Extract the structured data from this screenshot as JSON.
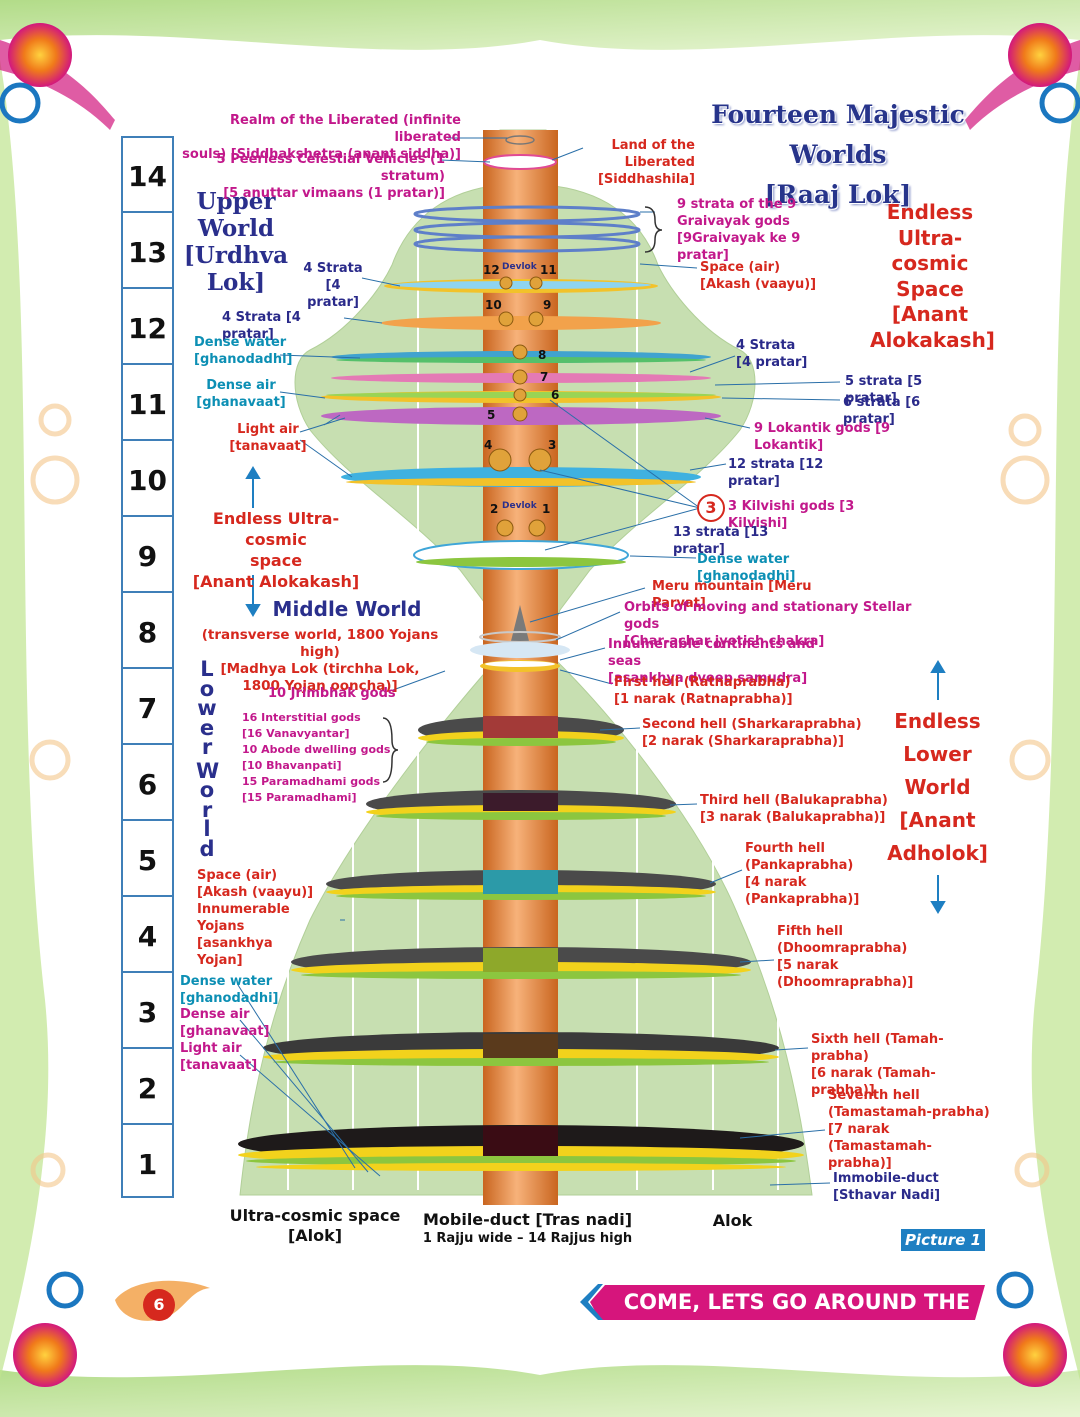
{
  "title": {
    "line1": "Fourteen Majestic Worlds",
    "line2": "[Raaj Lok]"
  },
  "rajju_scale": [
    "14",
    "13",
    "12",
    "11",
    "10",
    "9",
    "8",
    "7",
    "6",
    "5",
    "4",
    "3",
    "2",
    "1"
  ],
  "regions": {
    "upper": "Upper World [Urdhva Lok]",
    "middle": "Middle World",
    "middle_desc": "(transverse world, 1800 Yojans high)\n[Madhya Lok (tirchha Lok,\n1800 Yojan ooncha)]",
    "lower_vertical": [
      "L",
      "o",
      "w",
      "e",
      "r",
      "W",
      "o",
      "r",
      "l",
      "d"
    ],
    "endless_ultra_cosmic_right": "Endless\nUltra-\ncosmic\nSpace\n[Anant\nAlokakash]",
    "endless_ultra_cosmic_left": "Endless Ultra-cosmic\nspace\n[Anant Alokakash]",
    "endless_lower": "Endless\nLower\nWorld\n[Anant\nAdholok]"
  },
  "left_labels": {
    "realm_liberated": "Realm of the Liberated (infinite liberated\nsouls) [Siddhakshetra (anant siddha)]",
    "peerless": "5 Peerless Celestial Vehicles (1 stratum)\n[5 anuttar vimaans (1 pratar)]",
    "four_strata_a": "4 Strata\n[4 pratar]",
    "four_strata_b": "4 Strata [4 pratar]",
    "dense_water": "Dense water\n[ghanodadhi]",
    "dense_air": "Dense air\n[ghanavaat]",
    "light_air": "Light air\n[tanavaat]",
    "jrimbhak": "10 Jrimbhak gods",
    "interstitial": "16 Interstitial gods\n[16 Vanavyantar]\n10 Abode dwelling gods\n[10 Bhavanpati]\n15 Paramadhami gods\n[15 Paramadhami]",
    "space_air": "Space (air)\n[Akash (vaayu)]",
    "innumerable_yojans": "Innumerable\nYojans\n[asankhya\nYojan]",
    "lower_dense_water": "Dense water\n[ghanodadhi]",
    "lower_dense_air": "Dense air\n[ghanavaat]",
    "lower_light_air": "Light air\n[tanavaat]"
  },
  "right_labels": {
    "land_liberated": "Land of the\nLiberated\n[Siddhashila]",
    "graivayak": "9 strata of the 9\nGraivayak gods\n[9Graivayak ke 9 pratar]",
    "space_air": "Space (air)\n[Akash (vaayu)]",
    "four_strata": "4 Strata\n[4 pratar]",
    "five_strata": "5 strata [5 pratar]",
    "six_strata": "6 strata [6 pratar]",
    "lokantik": "9 Lokantik gods [9 Lokantik]",
    "twelve_strata": "12 strata [12 pratar]",
    "kilvishi": "3 Kilvishi gods [3 Kilvishi]",
    "kilvishi_num": "3",
    "thirteen_strata": "13 strata [13 pratar]",
    "dense_water": "Dense water [ghanodadhi]",
    "meru": "Meru mountain [Meru Parvat]",
    "orbits": "Orbits of moving and stationary Stellar gods\n[Char-achar jyotish chakra]",
    "continents": "Innumerable continents and seas\n[asankhya dveep samudra]",
    "hell1": "First hell (Ratnaprabha)\n[1 narak (Ratnaprabha)]",
    "hell2": "Second hell (Sharkaraprabha)\n[2 narak (Sharkaraprabha)]",
    "hell3": "Third hell (Balukaprabha)\n[3 narak (Balukaprabha)]",
    "hell4": "Fourth hell\n(Pankaprabha)\n[4 narak\n(Pankaprabha)]",
    "hell5": "Fifth hell\n(Dhoomraprabha)\n[5 narak\n(Dhoomraprabha)]",
    "hell6": "Sixth hell (Tamah-prabha)\n[6 narak (Tamah-prabha)]",
    "hell7": "Seventh hell\n(Tamastamah-prabha)\n[7 narak\n(Tamastamah-prabha)]",
    "immobile_duct": "Immobile-duct\n[Sthavar Nadi]"
  },
  "deck_numbers": {
    "devlok": "Devlok",
    "n12": "12",
    "n11": "11",
    "n10": "10",
    "n9": "9",
    "n8": "8",
    "n7": "7",
    "n6": "6",
    "n5": "5",
    "n4": "4",
    "n3": "3",
    "n2": "2",
    "n1": "1"
  },
  "bottom": {
    "alok_left": "Ultra-cosmic space\n[Alok]",
    "mobile_duct": "Mobile-duct [Tras nadi]",
    "mobile_duct_sub": "1 Rajju wide – 14 Rajjus high",
    "alok_right": "Alok"
  },
  "picture_label": "Picture 1",
  "banner": "COME, LETS GO AROUND THE LOK",
  "page_number": "6",
  "colors": {
    "title": "#27348b",
    "magenta_label": "#c2188b",
    "red_label": "#d6281e",
    "navy_label": "#2a2f8c",
    "cyan_label": "#0c8fb4",
    "lok_fill": "#c7dfb1",
    "pillar": "#e88a3c",
    "banner": "#d6157c"
  }
}
